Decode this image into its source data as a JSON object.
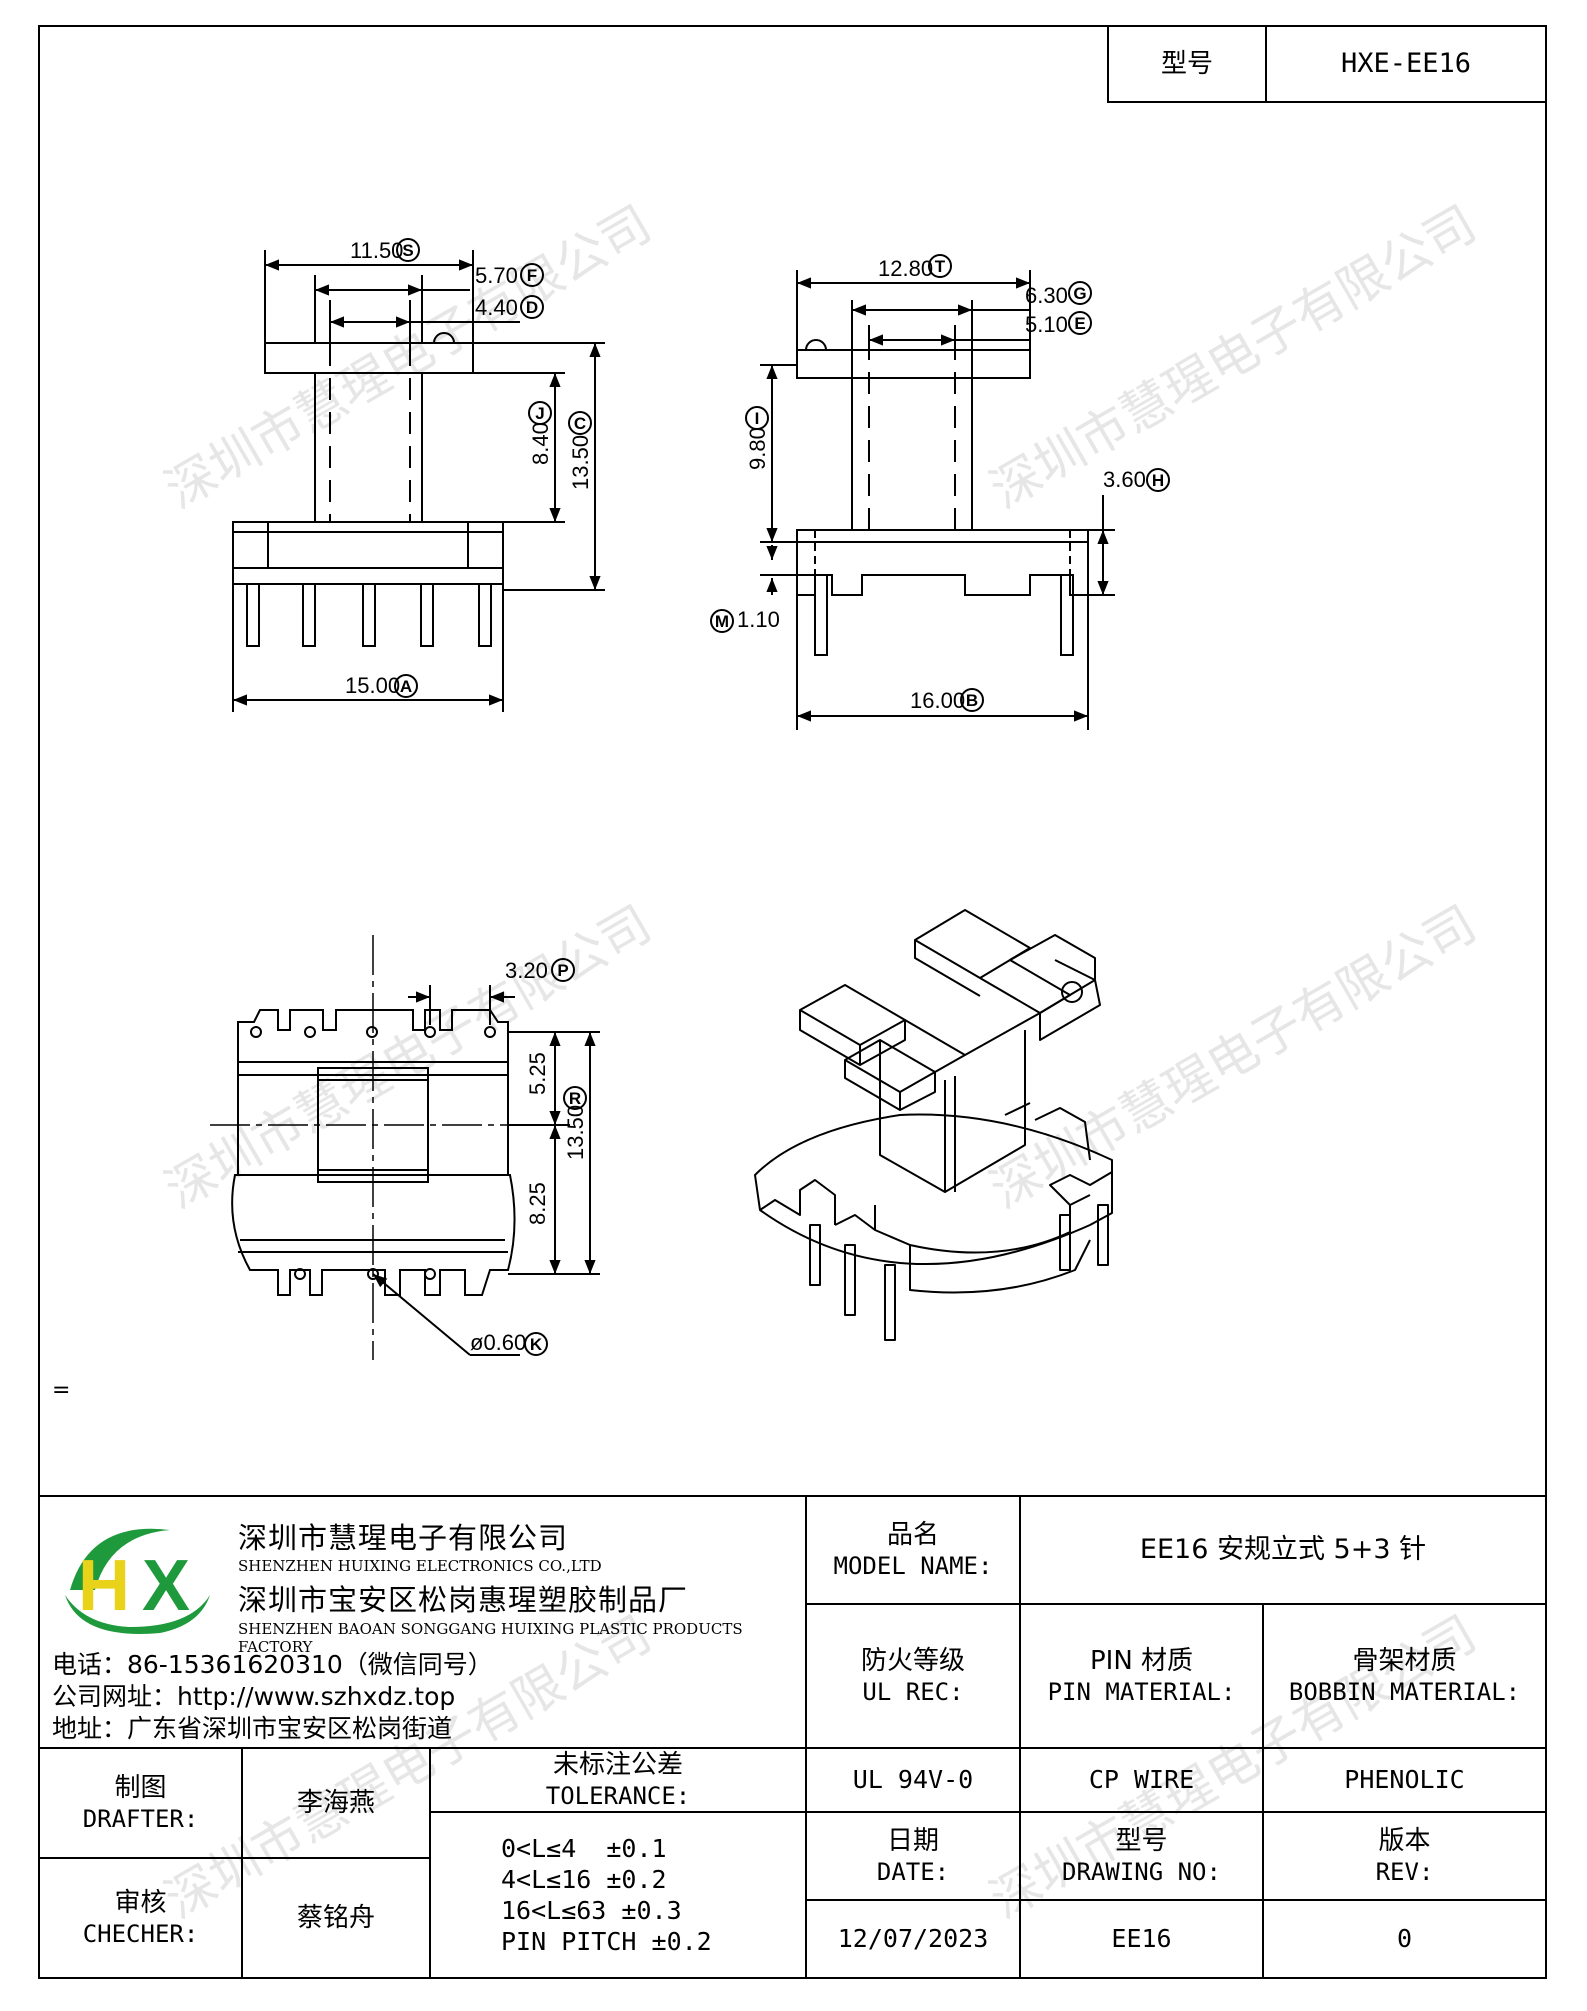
{
  "header": {
    "model_label": "型号",
    "model_value": "HXE-EE16"
  },
  "watermark": "深圳市慧瑆电子有限公司",
  "stray_mark": "=",
  "dimensions": {
    "S": "11.50",
    "F": "5.70",
    "D": "4.40",
    "J": "8.40",
    "C": "13.50",
    "A": "15.00",
    "T": "12.80",
    "G": "6.30",
    "E": "5.10",
    "I": "9.80",
    "H": "3.60",
    "M": "1.10",
    "B": "16.00",
    "P": "3.20",
    "R": "13.50",
    "R_upper": "5.25",
    "R_lower": "8.25",
    "K": "ø0.60"
  },
  "company": {
    "name_cn": "深圳市慧瑆电子有限公司",
    "name_en": "SHENZHEN HUIXING ELECTRONICS CO.,LTD",
    "factory_cn": "深圳市宝安区松岗惠瑆塑胶制品厂",
    "factory_en": "SHENZHEN BAOAN SONGGANG HUIXING PLASTIC PRODUCTS FACTORY",
    "phone": "电话：86-15361620310（微信同号）",
    "website": "公司网址：http://www.szhxdz.top",
    "address": "地址：广东省深圳市宝安区松岗街道",
    "logo_text": "HX"
  },
  "title_block": {
    "model_name_cn": "品名",
    "model_name_en": "MODEL NAME:",
    "model_name_value": "EE16 安规立式 5+3 针",
    "ul_cn": "防火等级",
    "ul_en": "UL REC:",
    "pin_cn": "PIN 材质",
    "pin_en": "PIN MATERIAL:",
    "bobbin_cn": "骨架材质",
    "bobbin_en": "BOBBIN MATERIAL:",
    "ul_value": "UL 94V-0",
    "pin_value": "CP WIRE",
    "bobbin_value": "PHENOLIC",
    "date_cn": "日期",
    "date_en": "DATE:",
    "drawing_cn": "型号",
    "drawing_en": "DRAWING NO:",
    "rev_cn": "版本",
    "rev_en": "REV:",
    "date_value": "12/07/2023",
    "drawing_value": "EE16",
    "rev_value": "0",
    "drafter_cn": "制图",
    "drafter_en": "DRAFTER:",
    "drafter_value": "李海燕",
    "checker_cn": "审核",
    "checker_en": "CHECHER:",
    "checker_value": "蔡铭舟",
    "tolerance_cn": "未标注公差",
    "tolerance_en": "TOLERANCE:",
    "tolerances": [
      "0<L≤4  ±0.1",
      "4<L≤16 ±0.2",
      "16<L≤63 ±0.3",
      "PIN PITCH ±0.2"
    ]
  },
  "colors": {
    "logo_green": "#1e9a3c",
    "logo_yellow": "#e8d21a",
    "watermark": "#e6e6e6"
  }
}
